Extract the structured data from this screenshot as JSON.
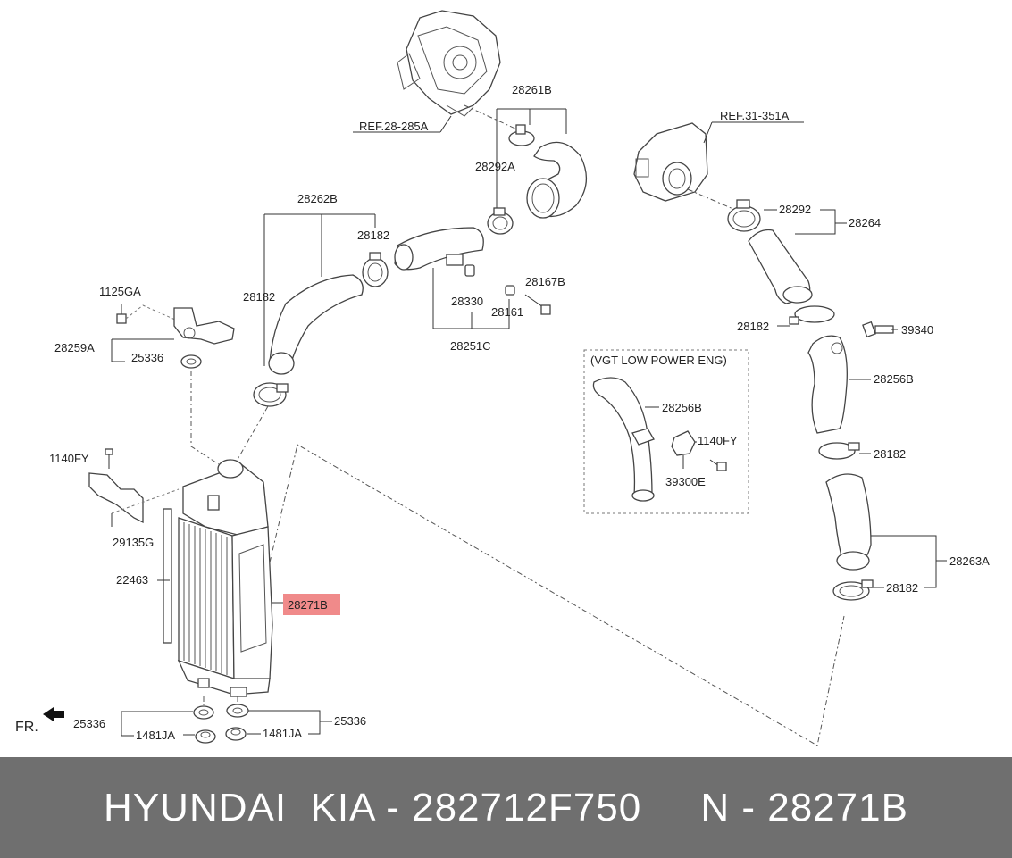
{
  "labels": {
    "ref_28_285a": "REF.28-285A",
    "ref_31_351a": "REF.31-351A",
    "p28261b": "28261B",
    "p28292a": "28292A",
    "p28262b": "28262B",
    "p28182_a": "28182",
    "p28182_b": "28182",
    "p28330": "28330",
    "p28161": "28161",
    "p28167b": "28167B",
    "p28251c": "28251C",
    "p1125ga": "1125GA",
    "p28259a": "28259A",
    "p25336_a": "25336",
    "p28292": "28292",
    "p28264": "28264",
    "p28182_c": "28182",
    "p39340": "39340",
    "p28256b_a": "28256B",
    "vgt_title": "(VGT LOW POWER ENG)",
    "p28256b_b": "28256B",
    "p1140fy_a": "1140FY",
    "p39300e": "39300E",
    "p28182_d": "28182",
    "p28263a": "28263A",
    "p28182_e": "28182",
    "p1140fy_b": "1140FY",
    "p29135g": "29135G",
    "p22463": "22463",
    "p28271b": "28271B",
    "fr": "FR.",
    "p25336_b": "25336",
    "p25336_c": "25336",
    "p1481ja_a": "1481JA",
    "p1481ja_b": "1481JA"
  },
  "footer": {
    "text": "HYUNDAI  KIA - 282712F750     N - 28271B"
  },
  "colors": {
    "highlight": "#f08a8a",
    "footer_bg": "#6f6f6f",
    "footer_text": "#ffffff"
  }
}
